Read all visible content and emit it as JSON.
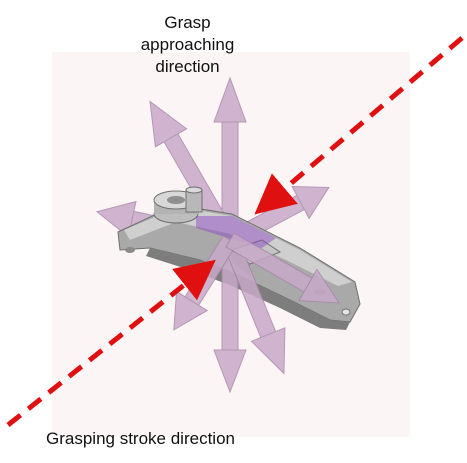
{
  "labels": {
    "approach_line1": "Grasp",
    "approach_line2": "approaching",
    "approach_line3": "direction",
    "stroke": "Grasping stroke direction"
  },
  "colors": {
    "panel_bg": "#fbf6f5",
    "arrow_fill": "#c9a9c9",
    "arrow_stroke": "#a886a8",
    "stroke_line": "#e01010",
    "part_body": "#a9a9a9",
    "part_dark": "#7d7d7d",
    "part_light": "#d2d2d2",
    "highlight": "#8a3fc2"
  },
  "arrow_count": 8,
  "icons": [
    "grasp-approach-arrow",
    "grasping-stroke-arrow",
    "mechanical-part"
  ]
}
